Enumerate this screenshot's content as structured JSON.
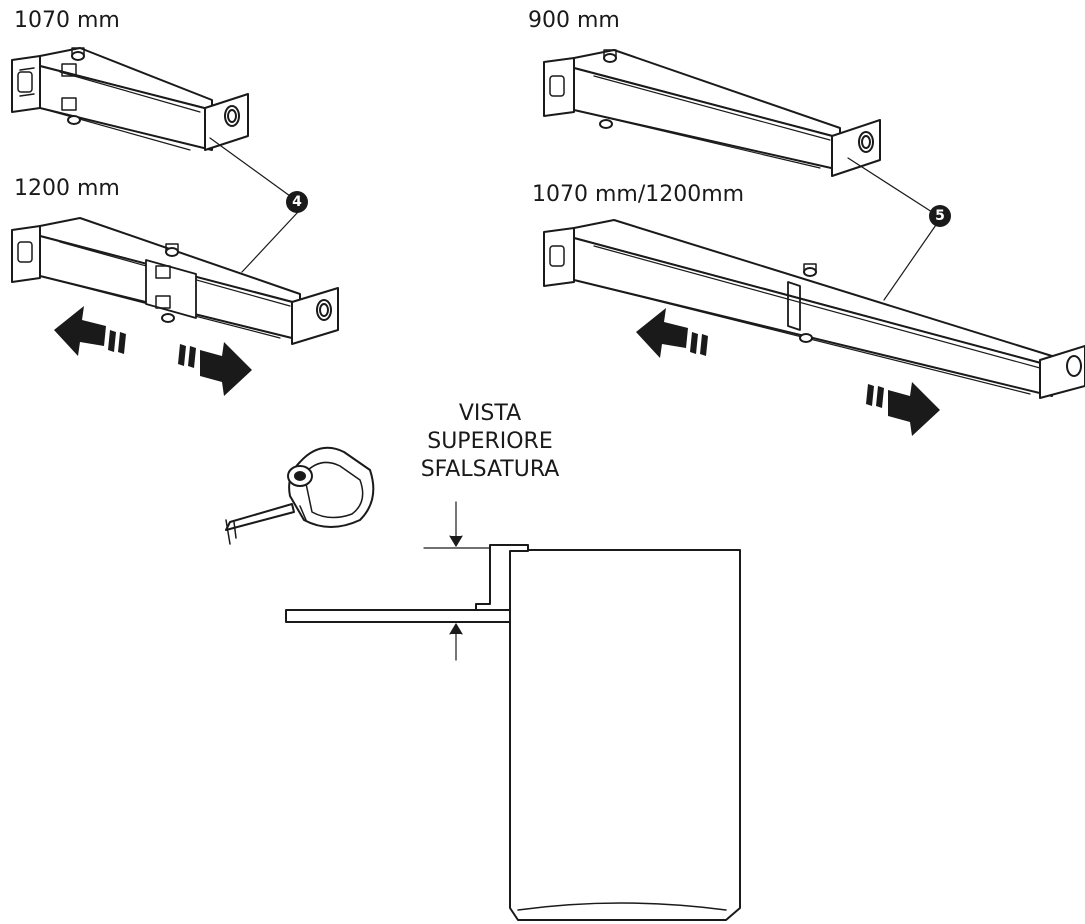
{
  "labels": {
    "rail_1070": "1070 mm",
    "rail_1200": "1200 mm",
    "rail_900": "900 mm",
    "rail_1070_1200": "1070 mm/1200mm"
  },
  "callouts": {
    "left": "4",
    "right": "5"
  },
  "top_view": {
    "line1": "VISTA",
    "line2": "SUPERIORE",
    "line3": "SFALSATURA"
  },
  "colors": {
    "ink": "#1a1a1a",
    "fill": "#ffffff",
    "shade": "#d9d9d9"
  }
}
